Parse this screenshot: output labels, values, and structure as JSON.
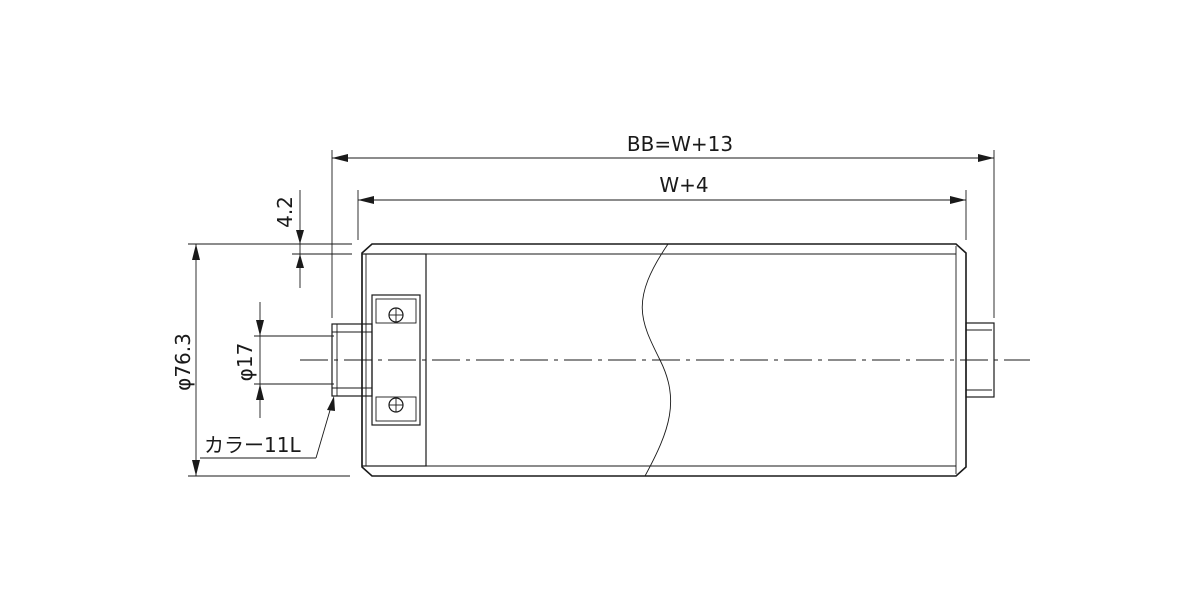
{
  "drawing": {
    "dim_overall_length": "BB=W+13",
    "dim_roller_length": "W+4",
    "dim_gap": "4.2",
    "dim_roller_diameter": "φ76.3",
    "dim_shaft_diameter": "φ17",
    "collar_label": "カラー11L"
  }
}
